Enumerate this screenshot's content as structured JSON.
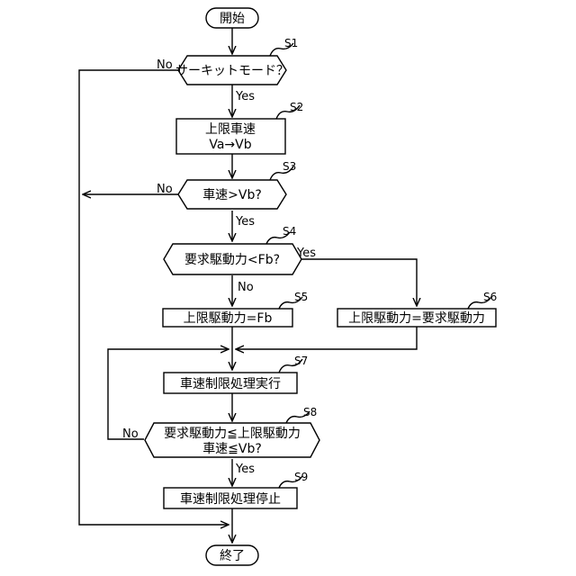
{
  "flowchart": {
    "start": "開始",
    "end": "終了",
    "steps": {
      "s1": {
        "id": "S1",
        "text": "サーキットモード？"
      },
      "s2": {
        "id": "S2",
        "line1": "上限車速",
        "line2": "Va→Vb"
      },
      "s3": {
        "id": "S3",
        "text": "車速>Vb?"
      },
      "s4": {
        "id": "S4",
        "text": "要求駆動力<Fb?"
      },
      "s5": {
        "id": "S5",
        "text": "上限駆動力=Fb"
      },
      "s6": {
        "id": "S6",
        "text": "上限駆動力=要求駆動力"
      },
      "s7": {
        "id": "S7",
        "text": "車速制限処理実行"
      },
      "s8": {
        "id": "S8",
        "line1": "要求駆動力≦上限駆動力",
        "line2": "車速≦Vb?"
      },
      "s9": {
        "id": "S9",
        "text": "車速制限処理停止"
      }
    },
    "branch": {
      "yes": "Yes",
      "no": "No"
    }
  }
}
